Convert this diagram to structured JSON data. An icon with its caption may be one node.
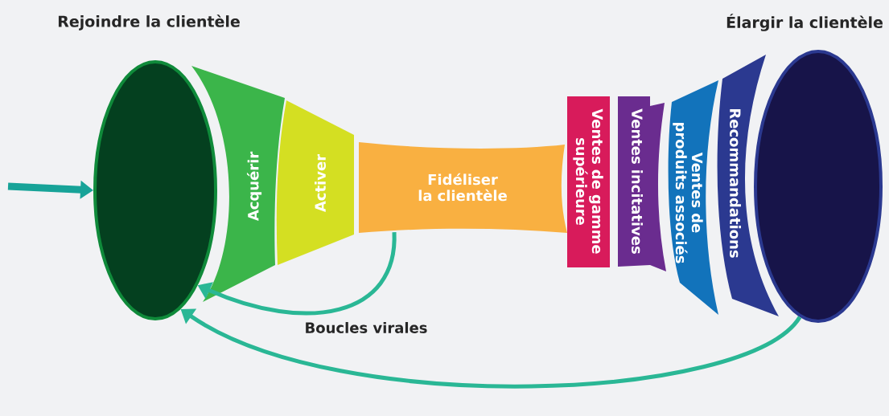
{
  "diagram": {
    "nodes": [
      {
        "text": [],
        "shape": "ellipse",
        "beside": [
          "Rejoindre la clientèle"
        ]
      },
      {
        "text": [
          "Acquérir"
        ]
      },
      {
        "text": [
          "Activer"
        ]
      },
      {
        "text": [
          "Fidéliser la clientèle"
        ]
      },
      {
        "text": [
          "Ventes de gamme supérieure"
        ]
      },
      {
        "text": [
          "Ventes incitatives"
        ]
      },
      {
        "text": [
          "Ventes de produits associés"
        ]
      },
      {
        "text": [
          "Recommandations"
        ]
      },
      {
        "text": [],
        "shape": "ellipse",
        "beside": [
          "Élargir la clientèle"
        ]
      }
    ],
    "edges": [
      {
        "from": null,
        "to": 0,
        "arrow": "to",
        "style": "thick",
        "color": "#17a398"
      },
      {
        "from": 3,
        "to": 0,
        "arrow": "to",
        "label": "Boucles virales"
      },
      {
        "from": 8,
        "to": 0,
        "arrow": "to"
      }
    ]
  }
}
